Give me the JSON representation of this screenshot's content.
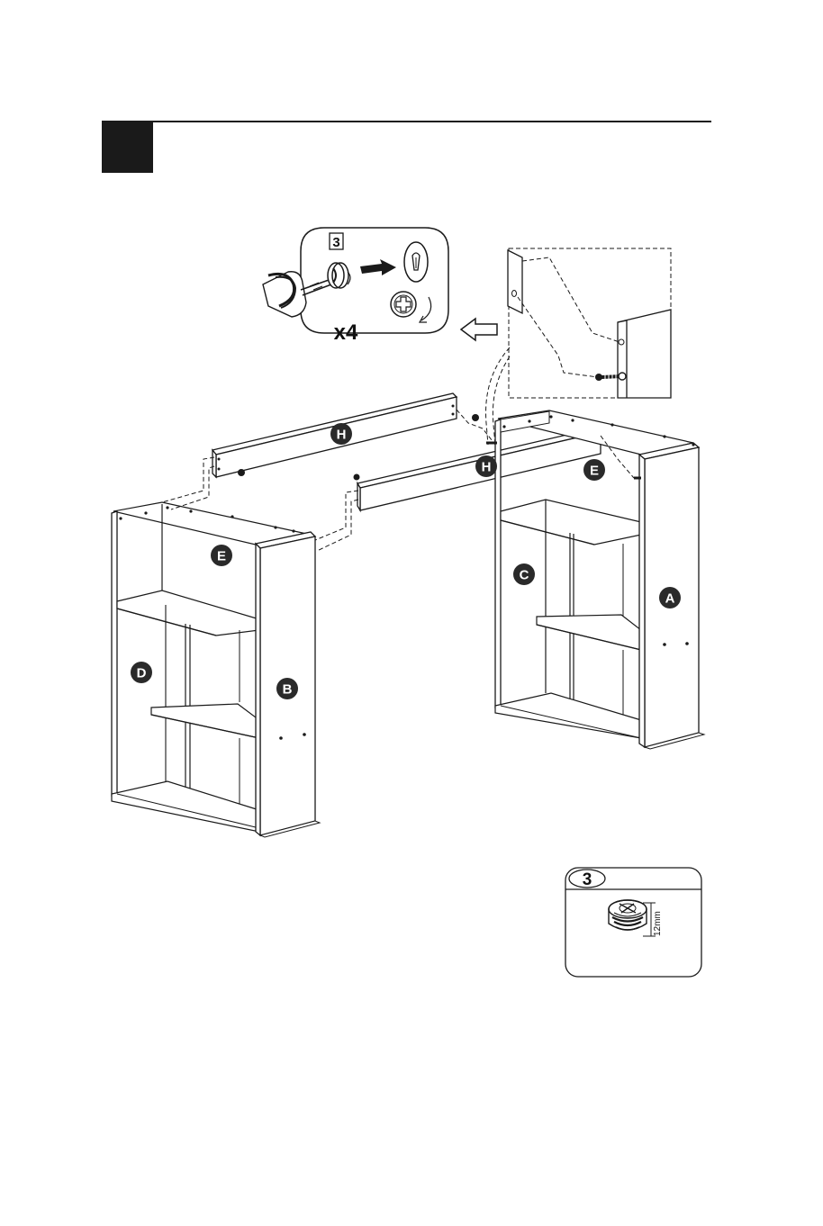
{
  "step": {
    "number": "",
    "fill_color": "#1a1a1a"
  },
  "detail_callout": {
    "part_ref": "3",
    "quantity": "x4",
    "icons": [
      "screwdriver-icon",
      "cam-lock-icon",
      "arrow-right-icon",
      "cam-slot-icon",
      "phillips-rotate-icon"
    ]
  },
  "parts": {
    "E_left": "E",
    "E_right": "E",
    "H_back": "H",
    "H_front": "H",
    "A": "A",
    "B": "B",
    "C": "C",
    "D": "D"
  },
  "legend": {
    "part_number": "3",
    "dimension": "12mm",
    "icon": "cam-lock-icon"
  },
  "colors": {
    "line": "#1a1a1a",
    "badge": "#2a2a2a",
    "background": "#ffffff"
  }
}
